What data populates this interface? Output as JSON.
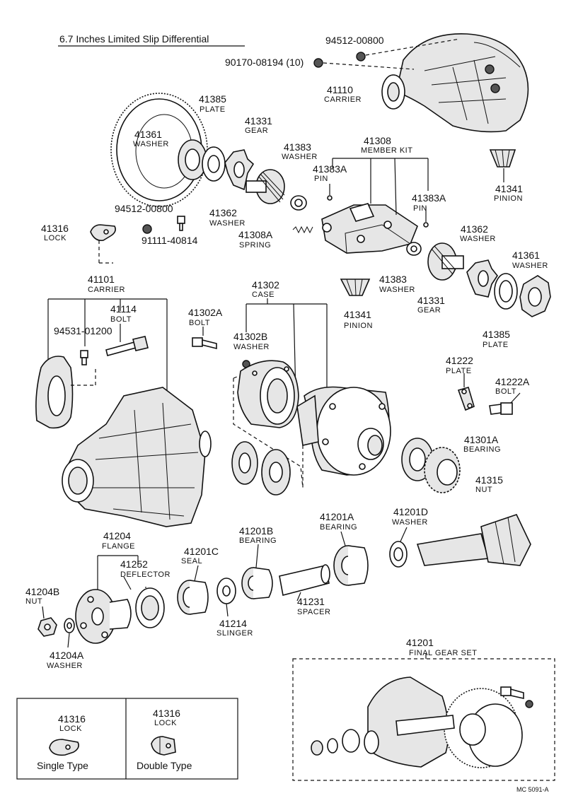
{
  "title": "6.7 Inches Limited Slip Differential",
  "code": "MC 5091-A",
  "labels": {
    "p94512_top": {
      "num": "94512-00800"
    },
    "p90170": {
      "num": "90170-08194 (10)"
    },
    "p41110": {
      "num": "41110",
      "name": "CARRIER"
    },
    "p41385_top": {
      "num": "41385",
      "name": "PLATE"
    },
    "p41331_top": {
      "num": "41331",
      "name": "GEAR"
    },
    "p41361_top": {
      "num": "41361",
      "name": "WASHER"
    },
    "p41383_top": {
      "num": "41383",
      "name": "WASHER"
    },
    "p41308": {
      "num": "41308",
      "name": "MEMBER KIT"
    },
    "p41383A_top": {
      "num": "41383A",
      "name": "PIN"
    },
    "p41383A_right": {
      "num": "41383A",
      "name": "PIN"
    },
    "p41341_top": {
      "num": "41341",
      "name": "PINION"
    },
    "p94512_mid": {
      "num": "94512-00800"
    },
    "p41362_top": {
      "num": "41362",
      "name": "WASHER"
    },
    "p41316_lock": {
      "num": "41316",
      "name": "LOCK"
    },
    "p91111": {
      "num": "91111-40814"
    },
    "p41308A": {
      "num": "41308A",
      "name": "SPRING"
    },
    "p41362_right": {
      "num": "41362",
      "name": "WASHER"
    },
    "p41361_right": {
      "num": "41361",
      "name": "WASHER"
    },
    "p41383_mid": {
      "num": "41383",
      "name": "WASHER"
    },
    "p41101": {
      "num": "41101",
      "name": "CARRIER"
    },
    "p41302": {
      "num": "41302",
      "name": "CASE"
    },
    "p41114": {
      "num": "41114",
      "name": "BOLT"
    },
    "p41302A": {
      "num": "41302A",
      "name": "BOLT"
    },
    "p41341_mid": {
      "num": "41341",
      "name": "PINION"
    },
    "p41331_mid": {
      "num": "41331",
      "name": "GEAR"
    },
    "p41385_right": {
      "num": "41385",
      "name": "PLATE"
    },
    "p94531": {
      "num": "94531-01200"
    },
    "p41302B": {
      "num": "41302B",
      "name": "WASHER"
    },
    "p41222": {
      "num": "41222",
      "name": "PLATE"
    },
    "p41222A": {
      "num": "41222A",
      "name": "BOLT"
    },
    "p41301A": {
      "num": "41301A",
      "name": "BEARING"
    },
    "p41315": {
      "num": "41315",
      "name": "NUT"
    },
    "p41201A": {
      "num": "41201A",
      "name": "BEARING"
    },
    "p41201D": {
      "num": "41201D",
      "name": "WASHER"
    },
    "p41204": {
      "num": "41204",
      "name": "FLANGE"
    },
    "p41201B": {
      "num": "41201B",
      "name": "BEARING"
    },
    "p41201C": {
      "num": "41201C",
      "name": "SEAL"
    },
    "p41252": {
      "num": "41252",
      "name": "DEFLECTOR"
    },
    "p41204B": {
      "num": "41204B",
      "name": "NUT"
    },
    "p41231": {
      "num": "41231",
      "name": "SPACER"
    },
    "p41214": {
      "num": "41214",
      "name": "SLINGER"
    },
    "p41204A": {
      "num": "41204A",
      "name": "WASHER"
    },
    "p41201": {
      "num": "41201",
      "name": "FINAL GEAR SET"
    }
  },
  "legend": {
    "single": {
      "num": "41316",
      "name": "LOCK",
      "caption": "Single Type"
    },
    "double": {
      "num": "41316",
      "name": "LOCK",
      "caption": "Double Type"
    }
  }
}
